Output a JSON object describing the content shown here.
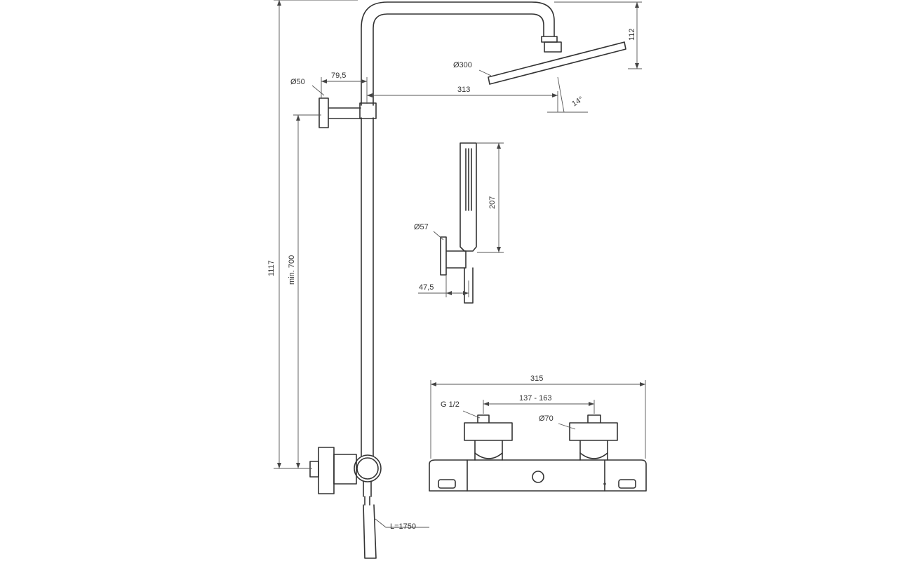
{
  "colors": {
    "line": "#333333",
    "dimension": "#555555",
    "background": "#ffffff"
  },
  "dimensions": {
    "arm_dia": "Ø50",
    "arm_offset": "79,5",
    "arm_reach": "313",
    "head_dia": "Ø300",
    "head_drop": "112",
    "head_angle": "14°",
    "total_height": "1117",
    "min_height": "min. 700",
    "hand_len": "207",
    "holder_dia": "Ø57",
    "holder_depth": "47,5",
    "hose_len": "L=1750",
    "valve_width": "315",
    "inlet_range": "137 - 163",
    "inlet_thread": "G 1/2",
    "union_dia": "Ø70"
  }
}
